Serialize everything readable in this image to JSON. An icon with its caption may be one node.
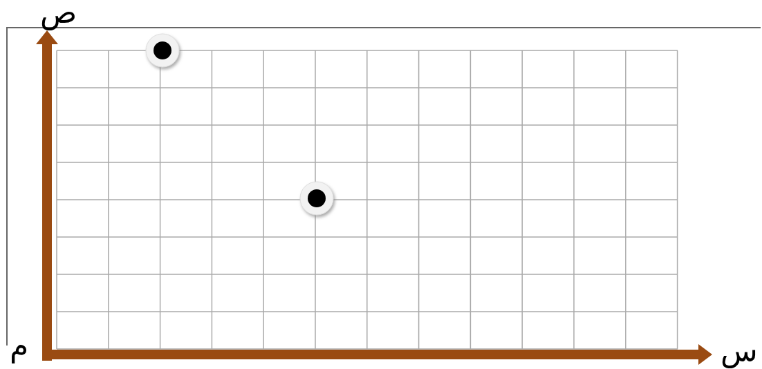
{
  "diagram": {
    "labels": [
      "ص",
      "م",
      "س"
    ]
  }
}
